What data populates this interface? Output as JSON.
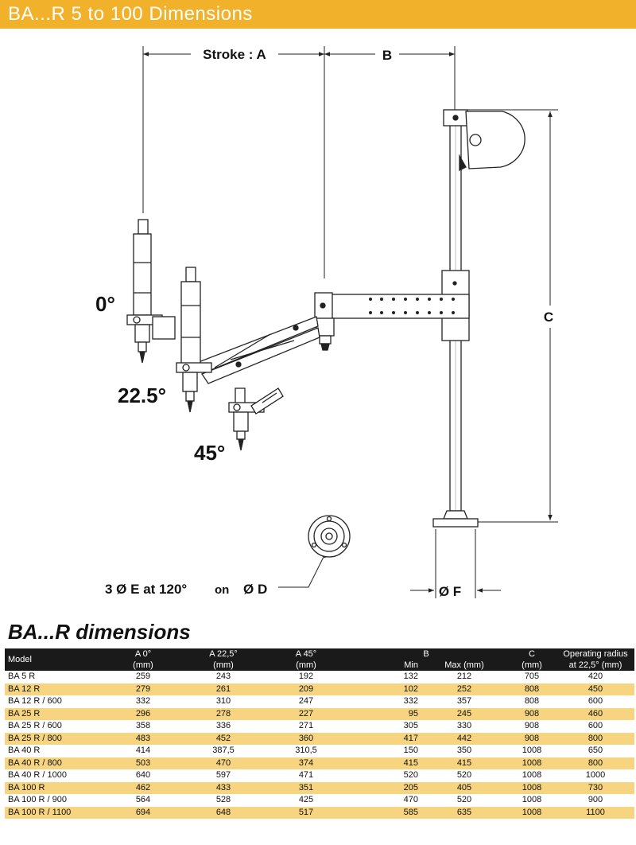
{
  "banner": {
    "title": "BA...R 5 to 100 Dimensions",
    "color": "#f2b12b"
  },
  "drawing": {
    "stroke_label": "Stroke : A",
    "b_label": "B",
    "c_label": "C",
    "f_label": "Ø F",
    "angle_0": "0°",
    "angle_22": "22.5°",
    "angle_45": "45°",
    "mount_part1": "3 Ø ",
    "mount_part2": "E",
    "mount_part3": " at 120°",
    "mount_part4": "on",
    "mount_part5": "Ø D"
  },
  "section": {
    "title": "BA...R dimensions"
  },
  "table": {
    "header_row1": {
      "model": "Model",
      "a0": "A  0°",
      "a22": "A  22,5°",
      "a45": "A  45°",
      "b": "B",
      "c": "C",
      "radius": "Operating radius"
    },
    "header_row2": {
      "a0": "(mm)",
      "a22": "(mm)",
      "a45": "(mm)",
      "bmin": "Min",
      "bmax": "Max (mm)",
      "c": "(mm)",
      "radius": "at 22,5° (mm)"
    },
    "rows": [
      [
        "BA 5 R",
        "259",
        "243",
        "192",
        "132",
        "212",
        "705",
        "420"
      ],
      [
        "BA 12 R",
        "279",
        "261",
        "209",
        "102",
        "252",
        "808",
        "450"
      ],
      [
        "BA 12 R / 600",
        "332",
        "310",
        "247",
        "332",
        "357",
        "808",
        "600"
      ],
      [
        "BA 25 R",
        "296",
        "278",
        "227",
        "95",
        "245",
        "908",
        "460"
      ],
      [
        "BA 25 R / 600",
        "358",
        "336",
        "271",
        "305",
        "330",
        "908",
        "600"
      ],
      [
        "BA 25 R / 800",
        "483",
        "452",
        "360",
        "417",
        "442",
        "908",
        "800"
      ],
      [
        "BA 40 R",
        "414",
        "387,5",
        "310,5",
        "150",
        "350",
        "1008",
        "650"
      ],
      [
        "BA 40 R / 800",
        "503",
        "470",
        "374",
        "415",
        "415",
        "1008",
        "800"
      ],
      [
        "BA 40 R / 1000",
        "640",
        "597",
        "471",
        "520",
        "520",
        "1008",
        "1000"
      ],
      [
        "BA 100 R",
        "462",
        "433",
        "351",
        "205",
        "405",
        "1008",
        "730"
      ],
      [
        "BA 100 R / 900",
        "564",
        "528",
        "425",
        "470",
        "520",
        "1008",
        "900"
      ],
      [
        "BA 100 R / 1100",
        "694",
        "648",
        "517",
        "585",
        "635",
        "1008",
        "1100"
      ]
    ]
  }
}
